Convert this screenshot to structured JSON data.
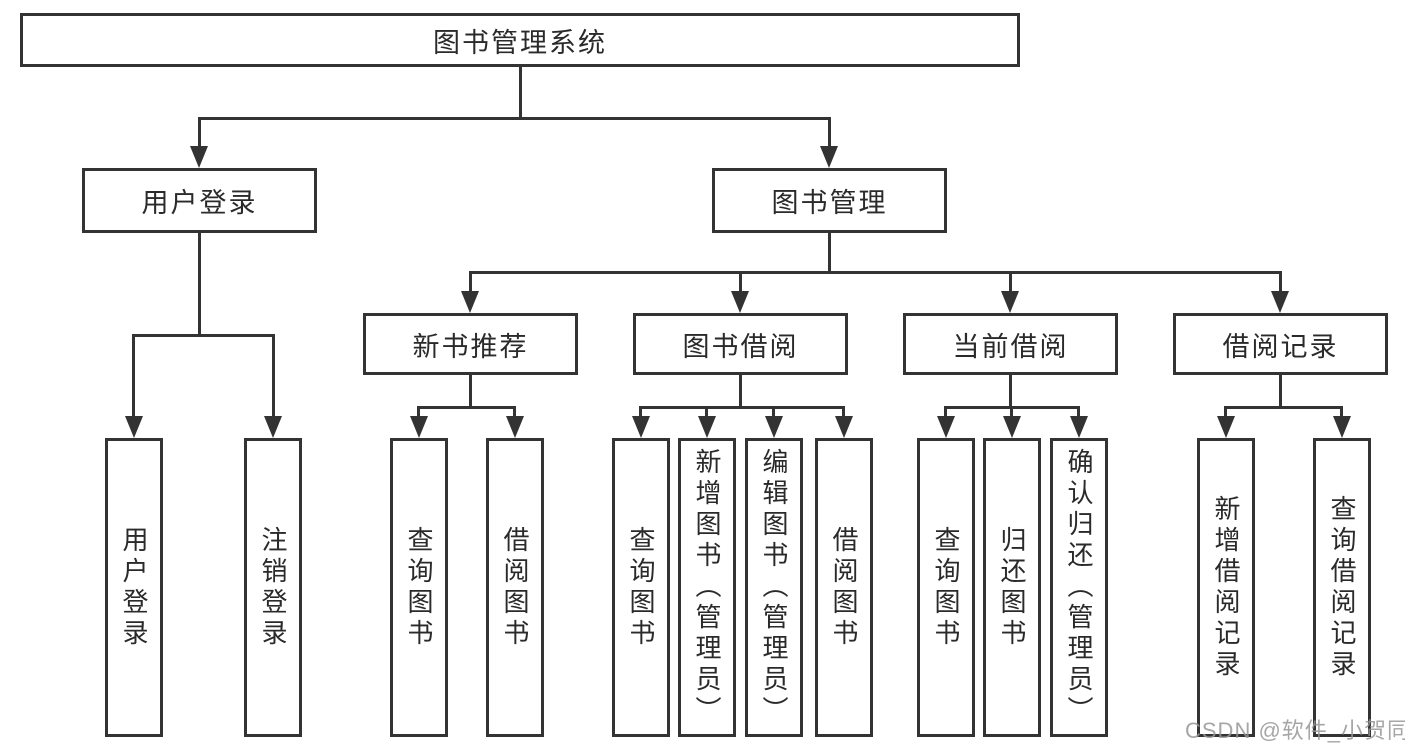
{
  "diagram": {
    "type": "hierarchy-tree",
    "title": "图书管理系统",
    "nodes": {
      "root": {
        "label": "图书管理系统"
      },
      "level2": [
        {
          "label": "用户登录"
        },
        {
          "label": "图书管理"
        }
      ],
      "level3": [
        {
          "label": "新书推荐",
          "parent": "图书管理"
        },
        {
          "label": "图书借阅",
          "parent": "图书管理"
        },
        {
          "label": "当前借阅",
          "parent": "图书管理"
        },
        {
          "label": "借阅记录",
          "parent": "图书管理"
        }
      ],
      "leaves": [
        {
          "label": "用户登录",
          "parent": "用户登录"
        },
        {
          "label": "注销登录",
          "parent": "用户登录"
        },
        {
          "label": "查询图书",
          "parent": "新书推荐"
        },
        {
          "label": "借阅图书",
          "parent": "新书推荐"
        },
        {
          "label": "查询图书",
          "parent": "图书借阅"
        },
        {
          "label": "新增图书（管理员）",
          "parent": "图书借阅"
        },
        {
          "label": "编辑图书（管理员）",
          "parent": "图书借阅"
        },
        {
          "label": "借阅图书",
          "parent": "图书借阅"
        },
        {
          "label": "查询图书",
          "parent": "当前借阅"
        },
        {
          "label": "归还图书",
          "parent": "当前借阅"
        },
        {
          "label": "确认归还（管理员）",
          "parent": "当前借阅"
        },
        {
          "label": "新增借阅记录",
          "parent": "借阅记录"
        },
        {
          "label": "查询借阅记录",
          "parent": "借阅记录"
        }
      ]
    },
    "colors": {
      "line": "#333333",
      "text": "#2a2a2a",
      "background": "#ffffff",
      "watermark": "#969696"
    }
  },
  "watermark": "CSDN @软件_小贺同学"
}
